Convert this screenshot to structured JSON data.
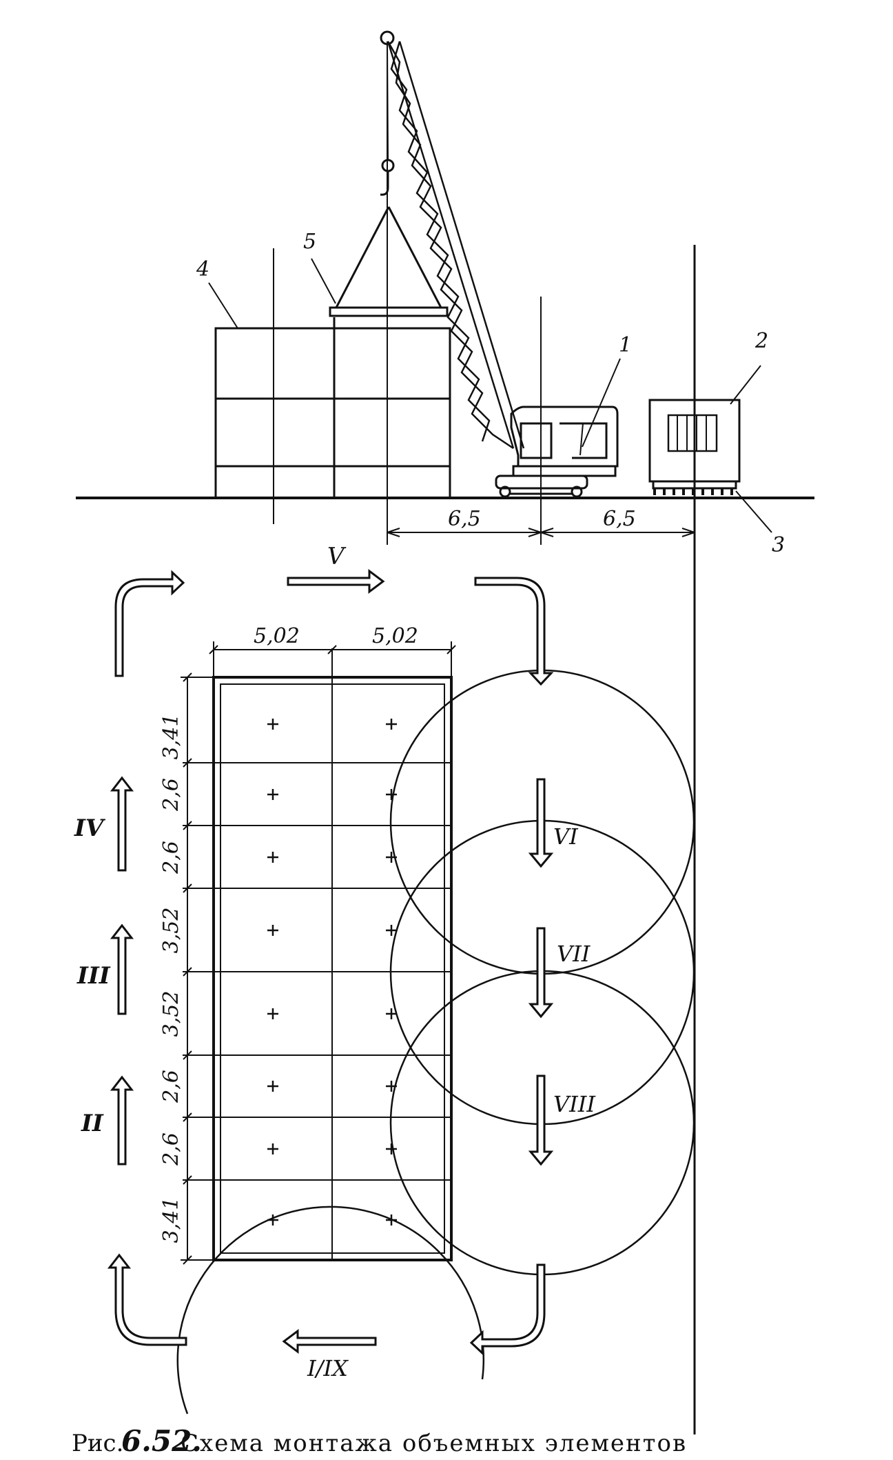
{
  "elevation": {
    "callouts": [
      "1",
      "2",
      "3",
      "4",
      "5"
    ],
    "dim_left": "6,5",
    "dim_right": "6,5"
  },
  "plan": {
    "top_dims": [
      "5,02",
      "5,02"
    ],
    "side_dims": [
      "3,41",
      "2,6",
      "2,6",
      "3,52",
      "3,52",
      "2,6",
      "2,6",
      "3,41"
    ],
    "stages": {
      "top": "V",
      "left_upper": "IV",
      "left_middle": "III",
      "left_lower": "II",
      "right_1": "VI",
      "right_2": "VII",
      "right_3": "VIII",
      "bottom": "I/IX"
    }
  },
  "caption": {
    "prefix": "Рис.",
    "number": "6.52.",
    "text": "Схема монтажа объемных элементов"
  }
}
